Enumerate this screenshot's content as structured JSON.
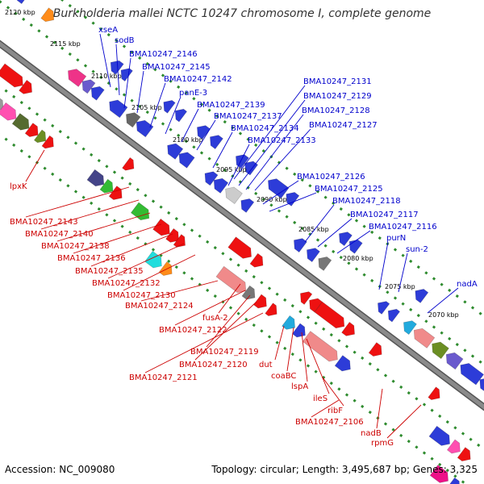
{
  "header": {
    "title": "Burkholderia mallei NCTC 10247 chromosome I, complete genome"
  },
  "footer": {
    "accession": "Accession: NC_009080",
    "summary": "Topology: circular; Length: 3,495,687 bp; Genes: 3,325"
  },
  "colors": {
    "backbone": "#8a8a8a",
    "backbone_edge": "#555555",
    "tick": "#2e8b2e",
    "kbp_label": "#000000",
    "upper_label": "#0000cc",
    "lower_label": "#cc0000"
  },
  "scale_labels": [
    "2120 kbp",
    "2115 kbp",
    "2110 kbp",
    "2105 kbp",
    "2100 kbp",
    "2095 kbp",
    "2090 kbp",
    "2085 kbp",
    "2080 kbp",
    "2075 kbp",
    "2070 kbp"
  ],
  "upper_labels": [
    "xseA",
    "sodB",
    "BMA10247_2146",
    "BMA10247_2145",
    "BMA10247_2142",
    "panE-3",
    "BMA10247_2139",
    "BMA10247_2137",
    "BMA10247_2134",
    "BMA10247_2133",
    "BMA10247_2131",
    "BMA10247_2129",
    "BMA10247_2128",
    "BMA10247_2127",
    "BMA10247_2126",
    "BMA10247_2125",
    "BMA10247_2118",
    "BMA10247_2117",
    "BMA10247_2116",
    "purN",
    "sun-2",
    "nadA"
  ],
  "lower_labels": [
    "lpxK",
    "BMA10247_2143",
    "BMA10247_2140",
    "BMA10247_2138",
    "BMA10247_2136",
    "BMA10247_2135",
    "BMA10247_2132",
    "BMA10247_2130",
    "BMA10247_2124",
    "fusA-2",
    "BMA10247_2122",
    "BMA10247_2119",
    "BMA10247_2120",
    "BMA10247_2121",
    "dut",
    "coaBC",
    "lspA",
    "ileS",
    "ribF",
    "BMA10247_2106",
    "nadB",
    "rpmG"
  ]
}
